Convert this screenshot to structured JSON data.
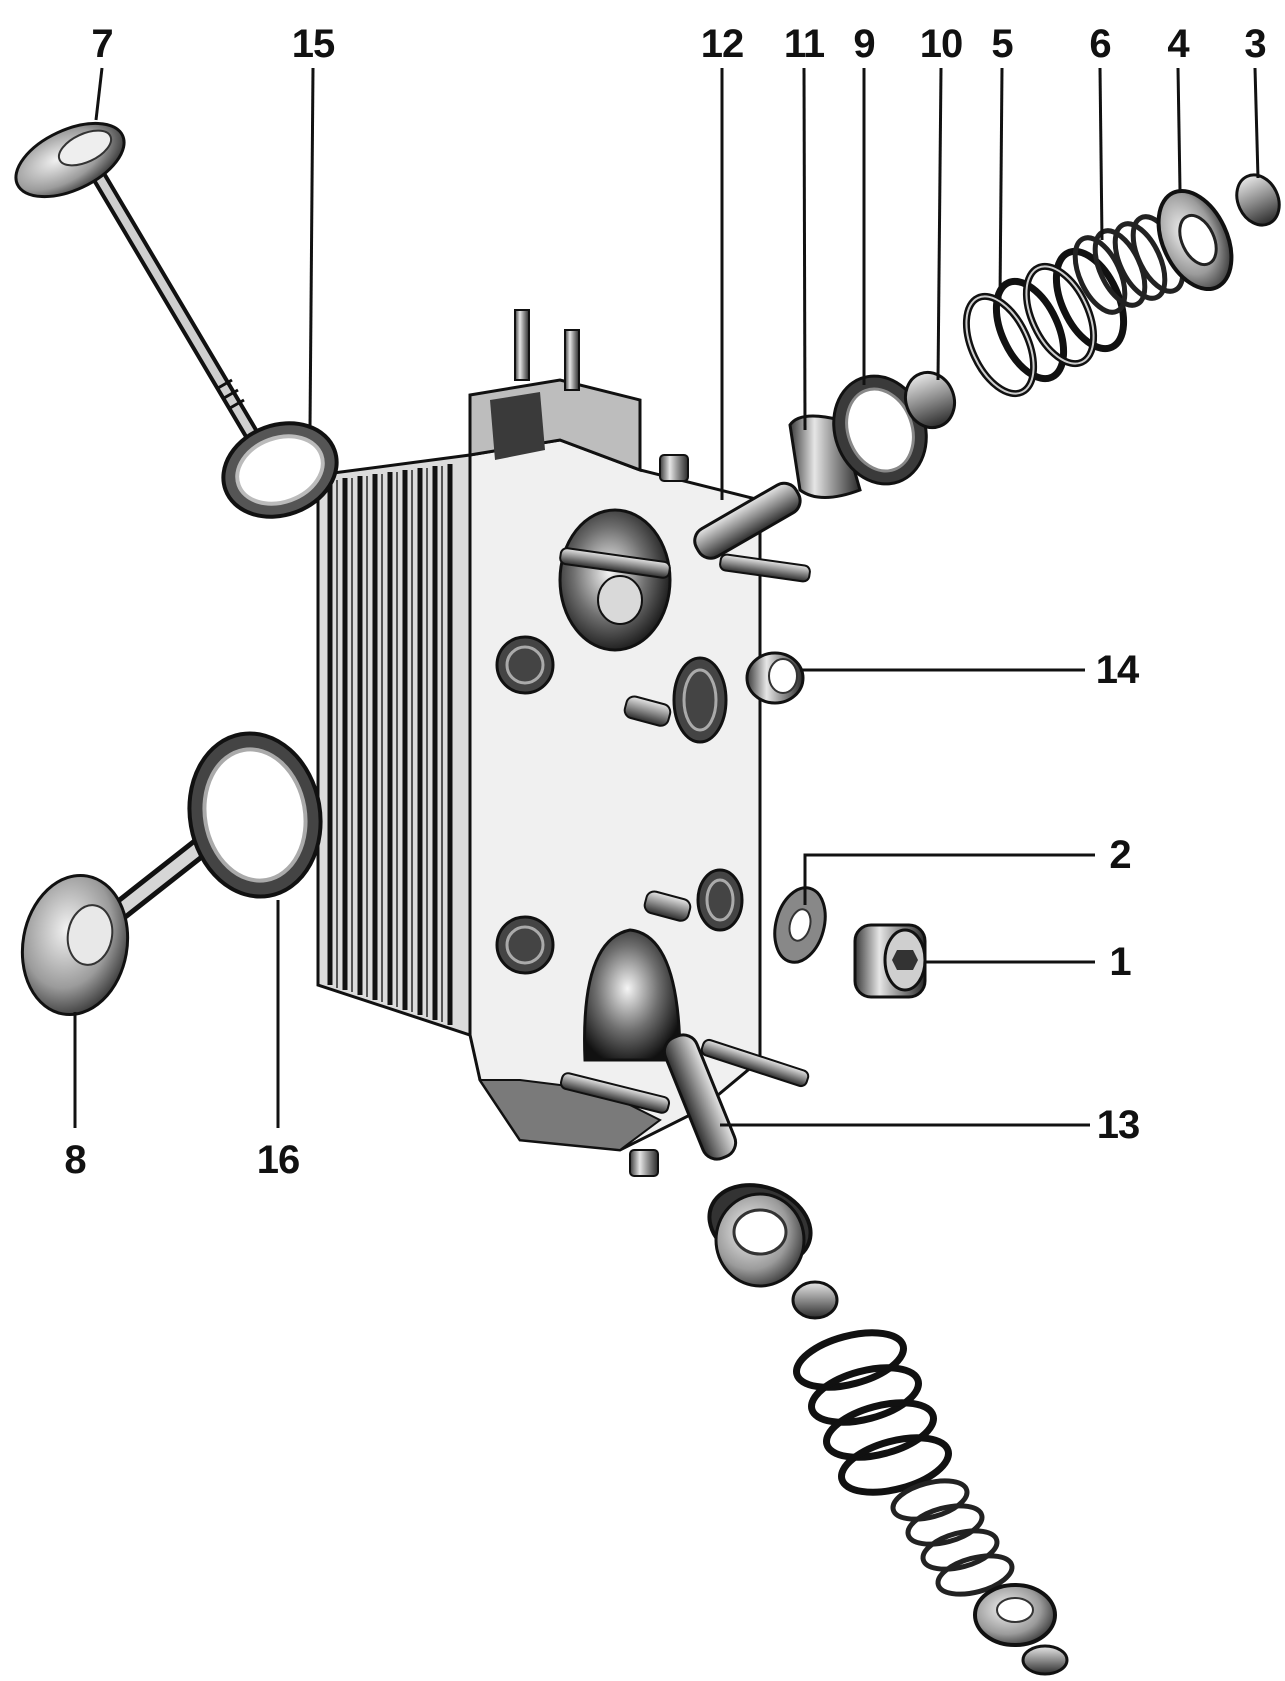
{
  "callouts": [
    {
      "id": "c7",
      "label": "7"
    },
    {
      "id": "c15",
      "label": "15"
    },
    {
      "id": "c12",
      "label": "12"
    },
    {
      "id": "c11",
      "label": "11"
    },
    {
      "id": "c9",
      "label": "9"
    },
    {
      "id": "c10",
      "label": "10"
    },
    {
      "id": "c5",
      "label": "5"
    },
    {
      "id": "c6",
      "label": "6"
    },
    {
      "id": "c4",
      "label": "4"
    },
    {
      "id": "c3",
      "label": "3"
    },
    {
      "id": "c14",
      "label": "14"
    },
    {
      "id": "c2",
      "label": "2"
    },
    {
      "id": "c1",
      "label": "1"
    },
    {
      "id": "c13",
      "label": "13"
    },
    {
      "id": "c8",
      "label": "8"
    },
    {
      "id": "c16",
      "label": "16"
    }
  ],
  "colors": {
    "ink": "#111111",
    "metal_dark": "#2a2a2a",
    "metal_mid": "#8a8a8a",
    "metal_light": "#d8d8d8",
    "paper": "#ffffff"
  }
}
